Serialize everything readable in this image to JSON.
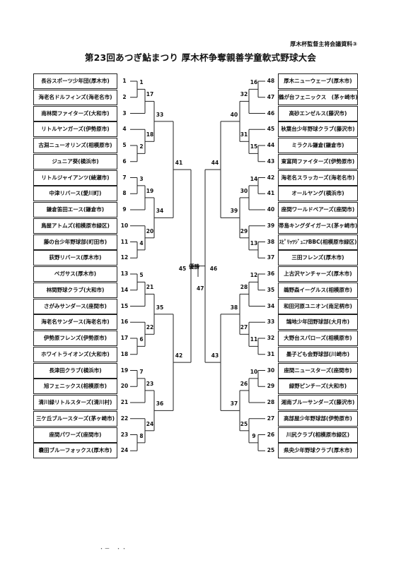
{
  "header": {
    "note": "厚木杯監督主将会議資料③",
    "title": "第23回あつぎ鮎まつり 厚木杯争奪親善学童軟式野球大会"
  },
  "left_teams": [
    {
      "seed": "1",
      "name": "長谷スポーツ少年団(厚木市)"
    },
    {
      "seed": "2",
      "name": "海老名ドルフィンズ(海老名市)"
    },
    {
      "seed": "3",
      "name": "南林間ファイターズ(大和市)"
    },
    {
      "seed": "4",
      "name": "リトルヤンガーズ(伊勢原市)"
    },
    {
      "seed": "5",
      "name": "古淵ニューオリンズ(相模原市)"
    },
    {
      "seed": "6",
      "name": "ジュニア葵(横浜市)"
    },
    {
      "seed": "7",
      "name": "リトルジャイアンツ(綾瀬市)"
    },
    {
      "seed": "8",
      "name": "中津リバース(愛川町)"
    },
    {
      "seed": "9",
      "name": "鎌倉笛田エース(鎌倉市)"
    },
    {
      "seed": "10",
      "name": "鳥屋アトムズ(相模原市緑区)"
    },
    {
      "seed": "11",
      "name": "藤の台少年野球部(町田市)"
    },
    {
      "seed": "12",
      "name": "荻野リバース(厚木市)"
    },
    {
      "seed": "13",
      "name": "ペガサス(厚木市)"
    },
    {
      "seed": "14",
      "name": "林間野球クラブ(大和市)"
    },
    {
      "seed": "15",
      "name": "さがみサンダース(座間市)"
    },
    {
      "seed": "16",
      "name": "海老名サンダース(海老名市)"
    },
    {
      "seed": "17",
      "name": "伊勢原フレンズ(伊勢原市)"
    },
    {
      "seed": "18",
      "name": "ホワイトライオンズ(大和市)"
    },
    {
      "seed": "19",
      "name": "長津田クラブ(横浜市)"
    },
    {
      "seed": "20",
      "name": "旭フェニックス(相模原市)"
    },
    {
      "seed": "21",
      "name": "清川緑リトルスターズ(清川村)"
    },
    {
      "seed": "22",
      "name": "三ケ丘ブルースターズ(茅ヶ崎市)"
    },
    {
      "seed": "23",
      "name": "座間パワーズ(座間市)"
    },
    {
      "seed": "24",
      "name": "嚢田ブルーフォックス(厚木市)"
    }
  ],
  "right_teams": [
    {
      "seed": "48",
      "name": "厚木ニューウェーブ(厚木市)"
    },
    {
      "seed": "47",
      "name": "鶴が台フェニックス　(茅ヶ崎市)"
    },
    {
      "seed": "46",
      "name": "高砂エンゼルス(藤沢市)"
    },
    {
      "seed": "45",
      "name": "秋葉台少年野球クラブ(藤沢市)"
    },
    {
      "seed": "44",
      "name": "ミラクル鎌倉(鎌倉市)"
    },
    {
      "seed": "43",
      "name": "東富岡ファイターズ(伊勢原市)"
    },
    {
      "seed": "42",
      "name": "海老名スラッカーズ(海老名市)"
    },
    {
      "seed": "41",
      "name": "オールヤング(横浜市)"
    },
    {
      "seed": "40",
      "name": "座間ワールドベアーズ(座間市)"
    },
    {
      "seed": "39",
      "name": "帯島キングダイガース(茅ヶ崎市)"
    },
    {
      "seed": "38",
      "name": "ｽﾋﾟﾘｯﾂｼﾞｭﾆｱBBC(相模原市緑区)"
    },
    {
      "seed": "37",
      "name": "三田フレンズ(厚木市)"
    },
    {
      "seed": "36",
      "name": "上古沢ヤンチャーズ(厚木市)"
    },
    {
      "seed": "35",
      "name": "鵜野森イーグルス(相模原市)"
    },
    {
      "seed": "34",
      "name": "和田河原ユニオン(南足柄市)"
    },
    {
      "seed": "33",
      "name": "鵠地少年団野球部(大月市)"
    },
    {
      "seed": "32",
      "name": "大野台スパローズ(相模原市)"
    },
    {
      "seed": "31",
      "name": "墨子ども会野球部(川崎市)"
    },
    {
      "seed": "30",
      "name": "座間ニュースターズ(座間市)"
    },
    {
      "seed": "29",
      "name": "緑野ピンチーズ(大和市)"
    },
    {
      "seed": "28",
      "name": "湘南ブルーサンダーズ(藤沢市)"
    },
    {
      "seed": "27",
      "name": "高部屋少年野球部(伊勢原市)"
    },
    {
      "seed": "26",
      "name": "川尻クラブ(相模原市緑区)"
    },
    {
      "seed": "25",
      "name": "県央少年野球クラブ(厚木市)"
    }
  ],
  "left_games": {
    "r1": [
      "1",
      "2",
      "3",
      "4",
      "5",
      "6",
      "7",
      "8"
    ],
    "r2": [
      "17",
      "18",
      "19",
      "20",
      "21",
      "22",
      "23",
      "24"
    ],
    "r3": [
      "33",
      "34",
      "35",
      "36"
    ],
    "r4": [
      "41",
      "42"
    ],
    "r5": "45"
  },
  "right_games": {
    "r1": [
      "16",
      "15",
      "14",
      "13",
      "12",
      "11",
      "10",
      "9"
    ],
    "r2": [
      "32",
      "31",
      "30",
      "29",
      "28",
      "27",
      "26",
      "25"
    ],
    "r3": [
      "40",
      "39",
      "38",
      "37"
    ],
    "r4": [
      "44",
      "43"
    ],
    "r5": "46"
  },
  "final": {
    "label": "優勝",
    "game": "47"
  },
  "footer_mark": "・ー　・・"
}
